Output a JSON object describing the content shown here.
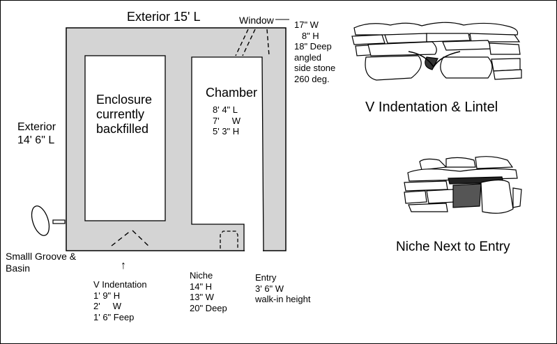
{
  "plan": {
    "exterior_length": "Exterior 15' L",
    "exterior_width": "Exterior\n14' 6\" L",
    "window_label": "Window",
    "window_dims": "17\" W\n   8\" H\n18\" Deep\nangled\nside stone\n260 deg.",
    "enclosure": "Enclosure\ncurrently\nbackfilled",
    "chamber_title": "Chamber",
    "chamber_dims": "8' 4\" L\n7'     W\n5' 3\" H",
    "groove_basin": "Smalll Groove &\nBasin",
    "v_arrow": "↑",
    "v_indentation": "V Indentation\n1' 9\" H\n2'     W\n1' 6\" Feep",
    "niche": "Niche\n14\" H\n13\" W\n20\" Deep",
    "entry": "Entry\n3' 6\" W\nwalk-in height"
  },
  "sketches": {
    "top_caption": "V Indentation & Lintel",
    "bottom_caption": "Niche Next to Entry"
  },
  "colors": {
    "wall_fill": "#d4d4d4",
    "line": "#000000",
    "background": "#ffffff"
  }
}
